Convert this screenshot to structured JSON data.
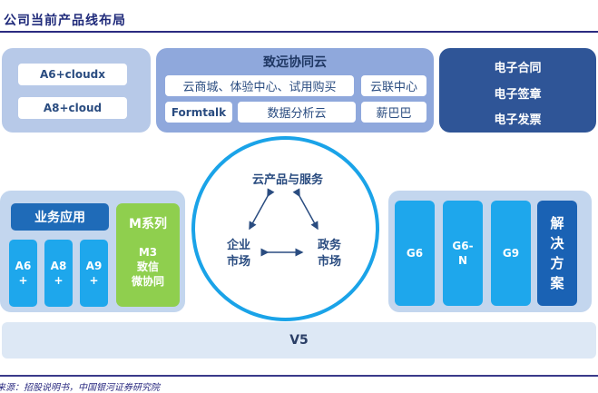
{
  "header": {
    "title": "公司当前产品线布局"
  },
  "top_row": {
    "cloud_left": {
      "items": [
        "A6+cloudx",
        "A8+cloud"
      ]
    },
    "seeyon_cloud": {
      "title": "致远协同云",
      "items": [
        "云商城、体验中心、试用购买",
        "云联中心",
        "Formtalk",
        "数据分析云",
        "薪巴巴"
      ]
    },
    "electronic": {
      "items": [
        "电子合同",
        "电子签章",
        "电子发票"
      ]
    }
  },
  "center": {
    "top": "云产品与服务",
    "left_line1": "企业",
    "left_line2": "市场",
    "right_line1": "政务",
    "right_line2": "市场"
  },
  "left_block": {
    "header": "业务应用",
    "apps": [
      {
        "name": "A6",
        "suffix": "+"
      },
      {
        "name": "A8",
        "suffix": "+"
      },
      {
        "name": "A9",
        "suffix": "+"
      }
    ],
    "m_series": {
      "title": "M系列",
      "line1": "M3",
      "line2": "致信",
      "line3": "微协同"
    }
  },
  "right_block": {
    "g_items": [
      {
        "line1": "G6",
        "line2": ""
      },
      {
        "line1": "G6-",
        "line2": "N"
      },
      {
        "line1": "G9",
        "line2": ""
      }
    ],
    "solution": [
      "解",
      "决",
      "方",
      "案"
    ]
  },
  "base": {
    "label": "V5"
  },
  "footer": {
    "source": "来源：招股说明书，中国银河证券研究院"
  },
  "colors": {
    "accent_blue": "#1ea7ec",
    "dark_blue": "#2f5597",
    "green": "#8fcf4e",
    "circle_border": "#1aa3e8"
  }
}
